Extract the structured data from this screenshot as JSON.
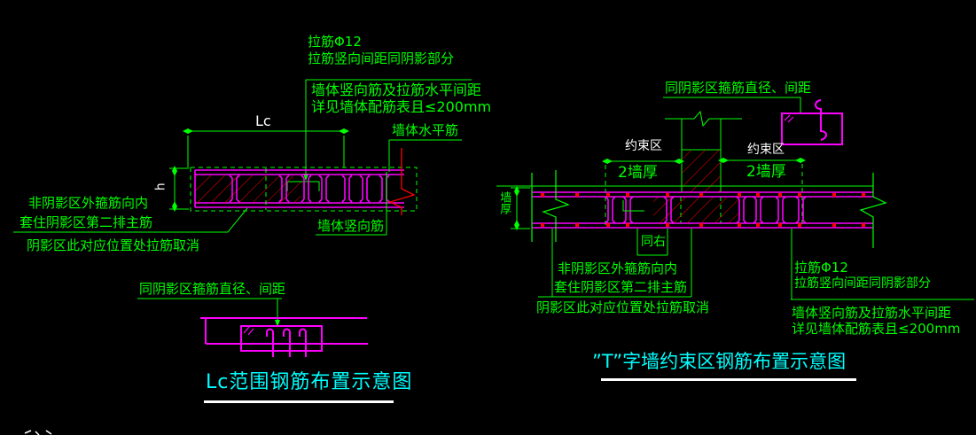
{
  "colors": {
    "background": "#000000",
    "annotation_green": "#00ff00",
    "rebar_magenta": "#ff00ff",
    "hatch_red": "#ff0000",
    "title_cyan": "#00ffff",
    "dim_text_white": "#ffffff"
  },
  "left_diagram": {
    "tie_note_line1": "拉筋Φ12",
    "tie_note_line2": "拉筋竖向间距同阴影部分",
    "wall_note_line1": "墙体竖向筋及拉筋水平间距",
    "wall_note_line2": "详见墙体配筋表且≤200mm",
    "wall_horizontal_label": "墙体水平筋",
    "lc_dim_label": "Lc",
    "h_dim_label": "h",
    "wall_vertical_label": "墙体竖向筋",
    "hoop_note_line1": "非阴影区外箍筋向内",
    "hoop_note_line2": "套住阴影区第二排主筋",
    "hoop_note_line3": "阴影区此对应位置处拉筋取消",
    "stirrup_detail_note": "同阴影区箍筋直径、间距",
    "title": "Lc范围钢筋布置示意图"
  },
  "right_diagram": {
    "stirrup_detail_note": "同阴影区箍筋直径、间距",
    "zone_label_left": "约束区",
    "zone_label_right": "约束区",
    "zone_dim_left": "2墙厚",
    "zone_dim_right": "2墙厚",
    "wall_thickness_dim": "墙厚",
    "same_as_right_label": "同右",
    "hoop_note_line1": "非阴影区外箍筋向内",
    "hoop_note_line2": "套住阴影区第二排主筋",
    "hoop_note_line3": "阴影区此对应位置处拉筋取消",
    "tie_note_line1": "拉筋Φ12",
    "tie_note_line2": "拉筋竖向间距同阴影部分",
    "wall_note_line1": "墙体竖向筋及拉筋水平间距",
    "wall_note_line2": "详见墙体配筋表且≤200mm",
    "title": "”T”字墙约束区钢筋布置示意图"
  }
}
